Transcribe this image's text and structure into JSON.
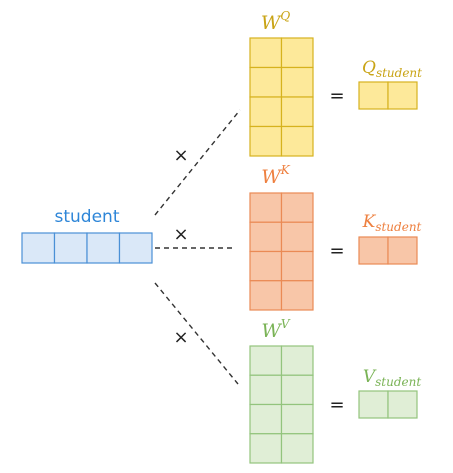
{
  "input": {
    "label": "student",
    "columns": 4,
    "fill": "#dae8f8",
    "stroke": "#4a90d6",
    "text_color": "#2e86d8"
  },
  "multiply_symbol": "×",
  "equals_symbol": "=",
  "weights": [
    {
      "id": "q",
      "base": "W",
      "sup": "Q",
      "result_base": "Q",
      "result_sub": "student",
      "rows": 4,
      "cols": 2,
      "result_cols": 2,
      "fill": "#fde99a",
      "stroke": "#d6b21e",
      "text_color": "#c9a416"
    },
    {
      "id": "k",
      "base": "W",
      "sup": "K",
      "result_base": "K",
      "result_sub": "student",
      "rows": 4,
      "cols": 2,
      "result_cols": 2,
      "fill": "#f8c6a8",
      "stroke": "#ea8a55",
      "text_color": "#ee8040"
    },
    {
      "id": "v",
      "base": "W",
      "sup": "V",
      "result_base": "V",
      "result_sub": "student",
      "rows": 4,
      "cols": 2,
      "result_cols": 2,
      "fill": "#e0eed6",
      "stroke": "#93c47d",
      "text_color": "#7ab356"
    }
  ],
  "line_color": "#333333"
}
